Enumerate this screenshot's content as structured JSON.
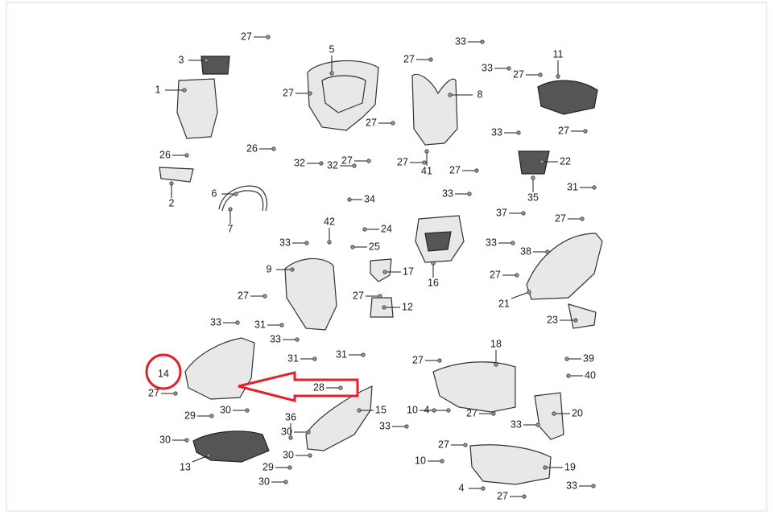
{
  "diagram": {
    "labels": [
      "1",
      "2",
      "3",
      "4",
      "4",
      "5",
      "6",
      "7",
      "8",
      "9",
      "10",
      "10",
      "11",
      "12",
      "13",
      "14",
      "15",
      "16",
      "17",
      "18",
      "19",
      "20",
      "21",
      "22",
      "23",
      "24",
      "25",
      "26",
      "26",
      "27",
      "27",
      "27",
      "27",
      "27",
      "27",
      "27",
      "27",
      "27",
      "27",
      "27",
      "27",
      "27",
      "27",
      "27",
      "27",
      "27",
      "27",
      "28",
      "29",
      "29",
      "30",
      "30",
      "30",
      "30",
      "30",
      "31",
      "31",
      "31",
      "31",
      "32",
      "32",
      "33",
      "33",
      "33",
      "33",
      "33",
      "33",
      "33",
      "33",
      "33",
      "33",
      "33",
      "34",
      "35",
      "36",
      "37",
      "38",
      "39",
      "40",
      "41",
      "42"
    ],
    "highlight": {
      "label": "14",
      "ring_color": "#e3212b",
      "arrow_color": "#e3212b"
    }
  }
}
